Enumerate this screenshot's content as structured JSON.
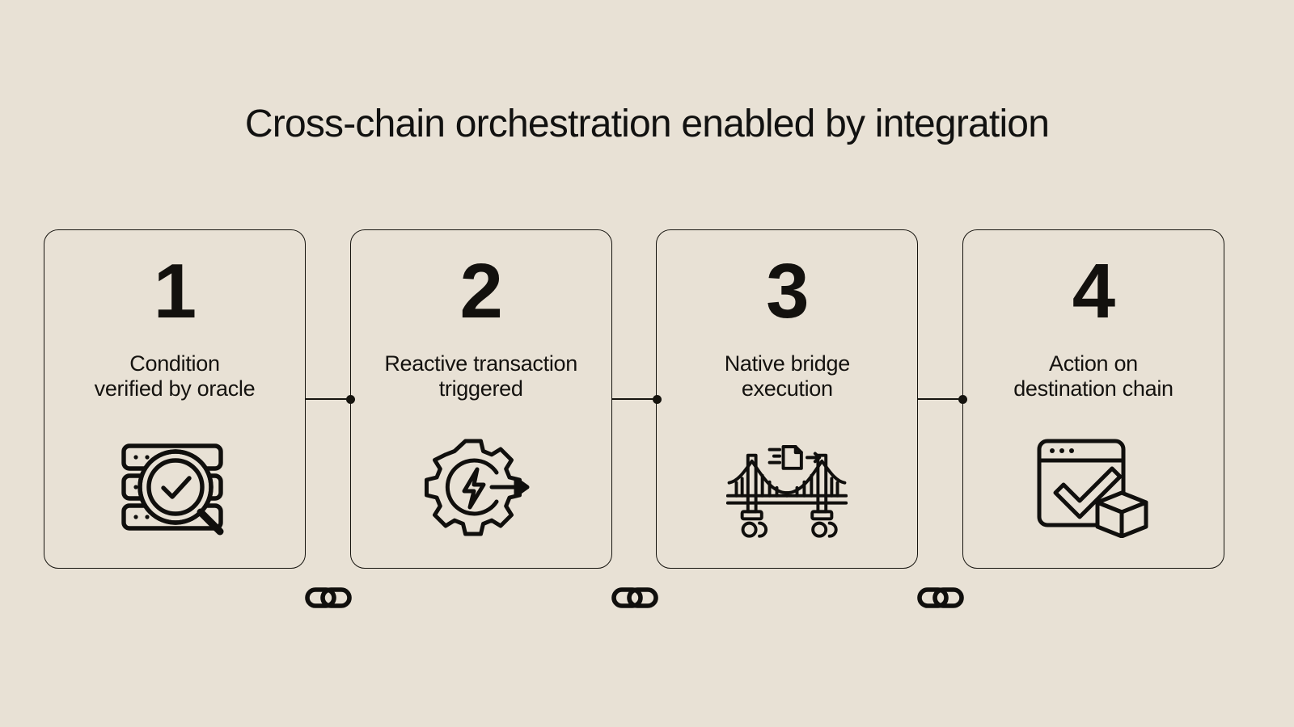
{
  "page": {
    "title": "Cross-chain orchestration enabled by integration",
    "background_color": "#E8E1D5",
    "ink_color": "#16140F"
  },
  "steps": [
    {
      "number": "1",
      "label": "Condition\nverified by oracle",
      "icon": "server-magnifier-check-icon"
    },
    {
      "number": "2",
      "label": "Reactive transaction\ntriggered",
      "icon": "gear-lightning-arrow-icon"
    },
    {
      "number": "3",
      "label": "Native bridge\nexecution",
      "icon": "suspension-bridge-document-transfer-icon"
    },
    {
      "number": "4",
      "label": "Action on\ndestination chain",
      "icon": "browser-window-check-cube-icon"
    }
  ],
  "connectors": [
    {
      "from": "1",
      "to": "2",
      "marker_icon": "chain-link-icon"
    },
    {
      "from": "2",
      "to": "3",
      "marker_icon": "chain-link-icon"
    },
    {
      "from": "3",
      "to": "4",
      "marker_icon": "chain-link-icon"
    }
  ]
}
